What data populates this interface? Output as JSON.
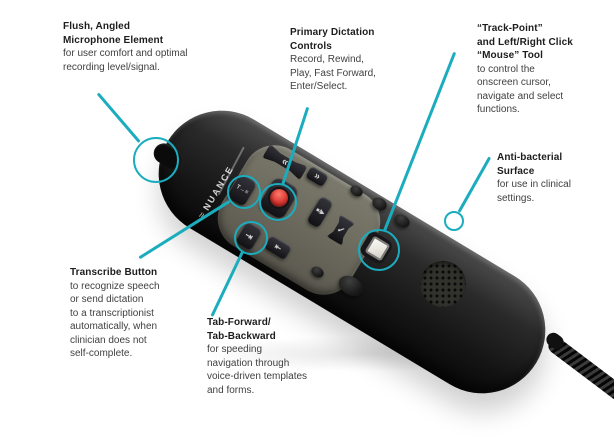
{
  "colors": {
    "accent_color": "#1badbe",
    "record_red": "#d5332f",
    "track_point_white": "#e9e6df",
    "device_black": "#1c1c1c",
    "panel_gray": "#6e6c5f",
    "text_dark": "#1d1d1d"
  },
  "device": {
    "brand": "NUANCE",
    "swoosh": "≈",
    "buttons": {
      "rewind": "«",
      "fast_forward": "»",
      "play_stop": "■/▶",
      "enter_select": "✓",
      "transcribe": "T→≡",
      "tab_forward": "⇥",
      "tab_backward": "⇤"
    }
  },
  "callouts": {
    "mic": {
      "title": [
        "Flush, Angled",
        "Microphone Element"
      ],
      "body": [
        "for user comfort and optimal",
        "recording level/signal."
      ]
    },
    "primary": {
      "title": [
        "Primary Dictation",
        "Controls"
      ],
      "body": [
        "Record, Rewind,",
        "Play, Fast Forward,",
        "Enter/Select."
      ]
    },
    "trackpoint": {
      "title": [
        "“Track-Point”",
        "and Left/Right Click",
        "“Mouse” Tool"
      ],
      "body": [
        "to control the",
        "onscreen cursor,",
        "navigate and select",
        "functions."
      ]
    },
    "antibacterial": {
      "title": [
        "Anti-bacterial",
        "Surface"
      ],
      "body": [
        "for use in clinical",
        "settings."
      ]
    },
    "transcribe": {
      "title": [
        "Transcribe Button"
      ],
      "body": [
        "to recognize speech",
        "or send dictation",
        "to a transcriptionist",
        "automatically, when",
        "clinician does not",
        "self-complete."
      ]
    },
    "tab": {
      "title": [
        "Tab-Forward/",
        "Tab-Backward"
      ],
      "body": [
        "for speeding",
        "navigation through",
        "voice-driven templates",
        "and forms."
      ]
    }
  }
}
